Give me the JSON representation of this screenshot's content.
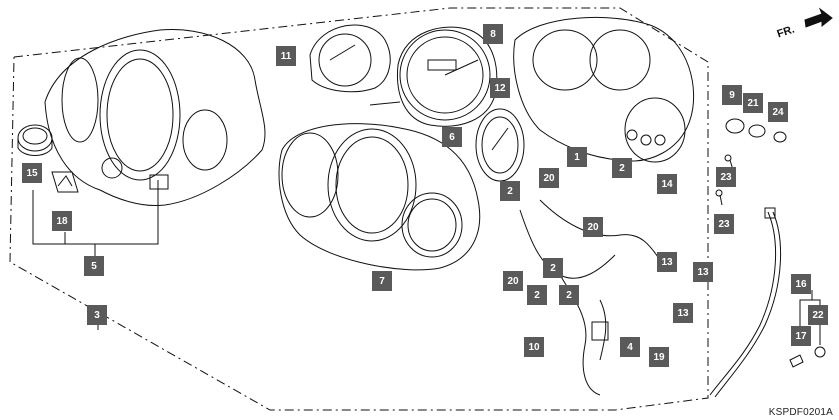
{
  "diagram": {
    "direction_label": "FR.",
    "caption": "KSPDF0201A",
    "callouts": [
      "1",
      "2",
      "3",
      "4",
      "5",
      "6",
      "7",
      "8",
      "9",
      "10",
      "11",
      "12",
      "13",
      "14",
      "15",
      "16",
      "17",
      "18",
      "19",
      "20",
      "21",
      "22",
      "23",
      "24"
    ],
    "colors": {
      "line": "#111111",
      "callout_fill": "#5a5a5a",
      "callout_text": "#ffffff",
      "background": "#ffffff"
    }
  }
}
